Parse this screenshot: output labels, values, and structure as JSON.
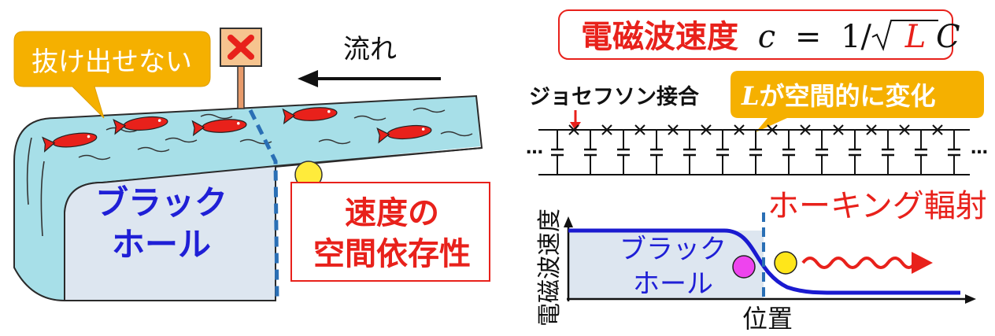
{
  "left": {
    "callout": "抜け出せない",
    "flow": "流れ",
    "black_hole": [
      "ブラック",
      "ホール"
    ],
    "speed_note": [
      "速度の",
      "空間依存性"
    ]
  },
  "right": {
    "formula": {
      "prefix": "電磁波速度",
      "c": "c",
      "eq": "=",
      "one": "1/",
      "L": "L",
      "C": "C"
    },
    "junction_label": "ジョセフソン接合",
    "varies_L": "L",
    "varies_rest": "が空間的に変化",
    "ellipsis": "…",
    "hawking": "ホーキング輻射",
    "black_hole": [
      "ブラック",
      "ホール"
    ],
    "xlabel": "位置",
    "ylabel": "電磁波速度"
  },
  "colors": {
    "blue_text": "#1f1fd6",
    "red": "#e8211b",
    "water": "#a7dfe8",
    "water_dark": "#5eb9ce",
    "bh_fill": "#dde6f0",
    "callout": "#f5b000",
    "fish": "#e8211b",
    "curve": "#1a1ad0",
    "dashed": "#2a6fb5"
  }
}
